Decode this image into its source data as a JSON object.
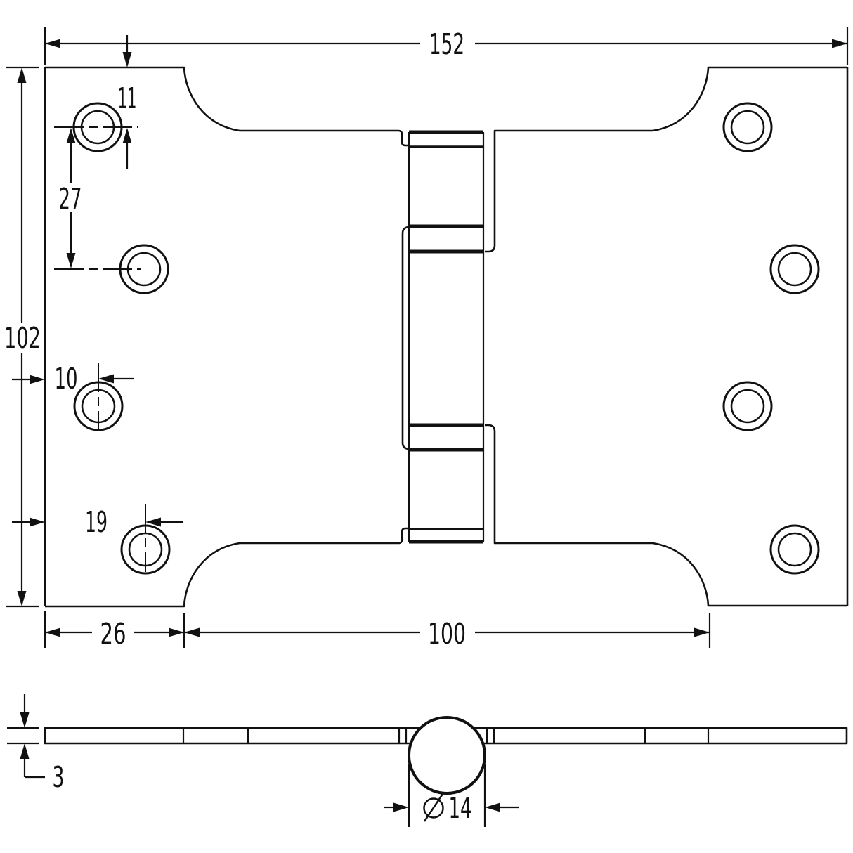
{
  "drawing": {
    "dimensions": {
      "overall_width": "152",
      "overall_height": "102",
      "hole_top_offset": "11",
      "hole_pitch": "27",
      "hole_edge_offset_upper": "10",
      "hole_edge_offset_lower": "19",
      "leaf_flat_width": "26",
      "cutout_width": "100",
      "plate_thickness": "3",
      "knuckle_diameter": "14"
    }
  }
}
